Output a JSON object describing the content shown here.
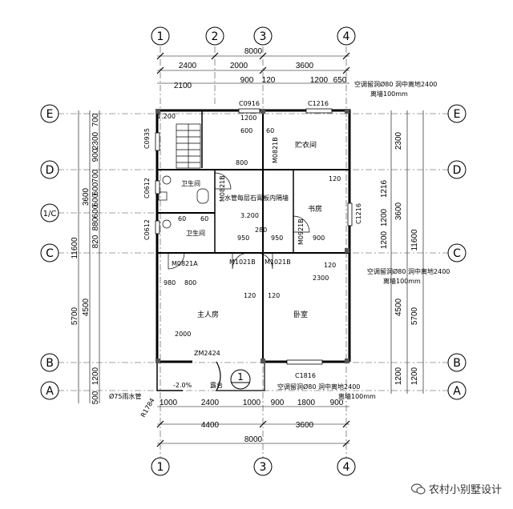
{
  "axes": {
    "top": [
      "1",
      "2",
      "3",
      "4"
    ],
    "bottom": [
      "1",
      "3",
      "4"
    ],
    "left": [
      "E",
      "D",
      "1/C",
      "C",
      "B",
      "A"
    ],
    "right": [
      "E",
      "D",
      "C",
      "B",
      "A"
    ]
  },
  "dims": {
    "total_top": "8000",
    "total_bottom": "8000",
    "top_row1": [
      "2400",
      "2000",
      "3600"
    ],
    "top_row2": [
      "2100",
      "900",
      "120",
      "1200",
      "650"
    ],
    "bottom_row1": [
      "1000",
      "2400",
      "1000",
      "900",
      "1800",
      "900"
    ],
    "bottom_row2": [
      "4400",
      "3600"
    ],
    "left_outer": "11600",
    "left_mid": [
      "3600",
      "4500"
    ],
    "left_inner": [
      "2300",
      "700",
      "900",
      "700",
      "600",
      "600",
      "600",
      "880",
      "820",
      "5700",
      "1200",
      "500"
    ],
    "right_outer": "11600",
    "right_mid": [
      "2300",
      "3600",
      "4500",
      "1200"
    ],
    "right_inner": [
      "1216",
      "1200",
      "1200",
      "5700",
      "1200"
    ]
  },
  "labels": {
    "windows": [
      "C0916",
      "C1216",
      "C0935",
      "C0612",
      "C0612",
      "C1216",
      "C1816",
      "ZM2424"
    ],
    "doors": [
      "M0821B",
      "M0821B",
      "M0821A",
      "M1021B",
      "M1021B",
      "M0921B"
    ],
    "rooms": {
      "storage": "贮衣间",
      "study": "书房",
      "bath1": "卫生间",
      "bath2": "卫生间",
      "master": "主人房",
      "bedroom": "卧室",
      "balcony": "露台"
    },
    "wall_note": "水管每层石膏板内隔墙",
    "ac_note": "空调留洞Ø80 洞中离地2400",
    "ac_note2": "离墙100mm",
    "misc": [
      "1.200",
      "3.200",
      "-2.0%",
      "R1784",
      "Ø75雨水管",
      "1"
    ],
    "nums": [
      "1200",
      "600",
      "60",
      "800",
      "120",
      "950",
      "280",
      "950",
      "980",
      "800",
      "2000",
      "2300",
      "60",
      "60",
      "900",
      "120",
      "120",
      "120"
    ]
  },
  "watermark": "农村小别墅设计"
}
